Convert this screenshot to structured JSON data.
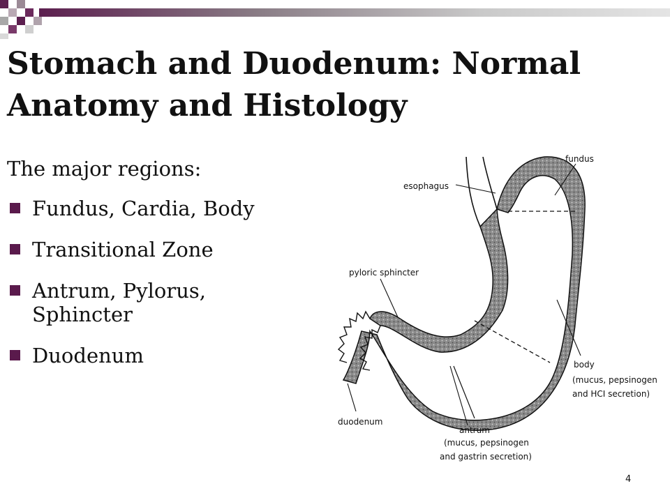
{
  "slide": {
    "title": "Stomach and Duodenum:  Normal Anatomy and Histology",
    "intro": "The major regions:",
    "bullets": [
      "Fundus, Cardia, Body",
      " Transitional Zone",
      " Antrum, Pylorus, Sphincter",
      " Duodenum"
    ],
    "page_number": "4"
  },
  "figure": {
    "labels": {
      "fundus": "fundus",
      "esophagus": "esophagus",
      "pyloric_sphincter": "pyloric sphincter",
      "body": "body",
      "body_note_1": "(mucus, pepsinogen",
      "body_note_2": "and HCI secretion)",
      "duodenum": "duodenum",
      "antrum": "antrum",
      "antrum_note_1": "(mucus, pepsinogen",
      "antrum_note_2": "and gastrin secretion)"
    }
  },
  "colors": {
    "accent": "#5a1a4c",
    "header_gradient_start": "#5c1f4f",
    "header_gradient_end": "#e4e4e4"
  }
}
